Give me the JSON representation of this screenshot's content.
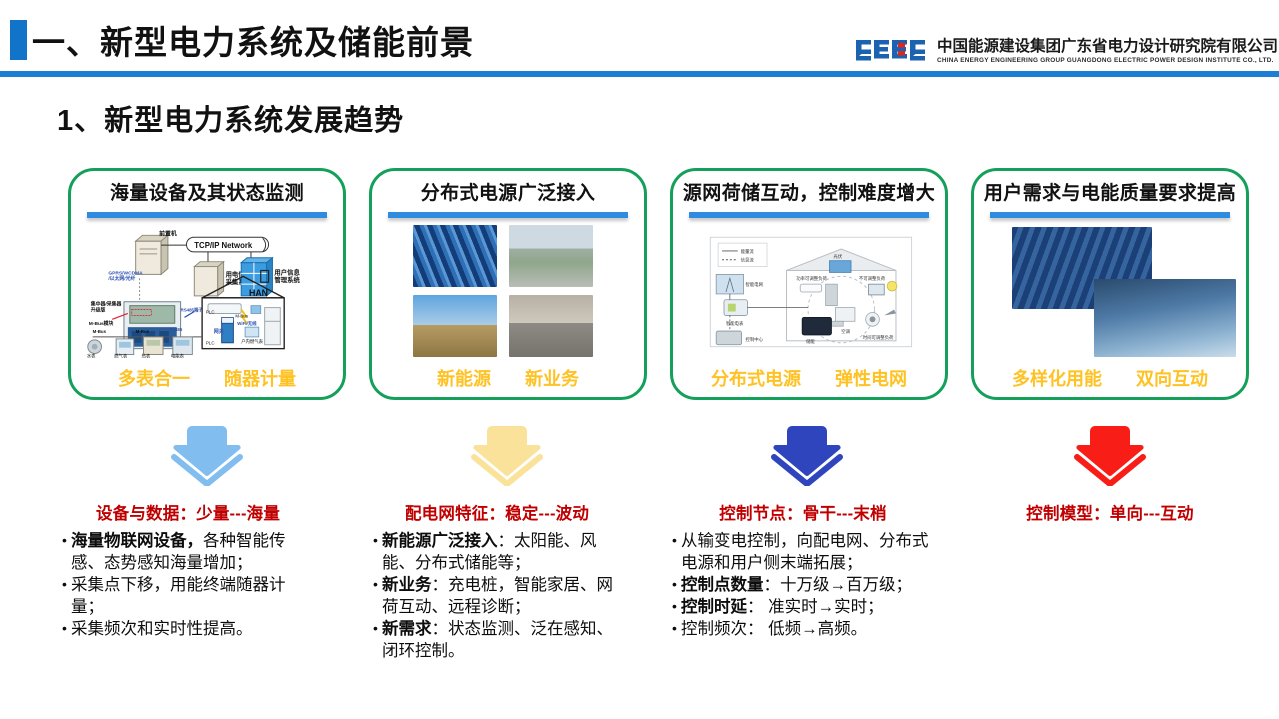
{
  "header": {
    "title": "一、新型电力系统及储能前景",
    "marker_color": "#1274C8",
    "rule_color": "#1C7FD4",
    "company_cn": "中国能源建设集团广东省电力设计研究院有限公司",
    "company_en": "CHINA ENERGY ENGINEERING GROUP GUANGDONG ELECTRIC POWER DESIGN INSTITUTE CO., LTD.",
    "logo_name": "ceec-logo"
  },
  "section": {
    "title": "1、新型电力系统发展趋势"
  },
  "cards": [
    {
      "title": "海量设备及其状态监测",
      "illustration": "smart-metering-network-diagram",
      "footer": [
        "多表合一",
        "随器计量"
      ]
    },
    {
      "title": "分布式电源广泛接入",
      "illustration": "distributed-energy-photo-grid",
      "footer": [
        "新能源",
        "新业务"
      ]
    },
    {
      "title": "源网荷储互动，控制难度增大",
      "illustration": "source-grid-load-storage-diagram",
      "footer": [
        "分布式电源",
        "弹性电网"
      ]
    },
    {
      "title": "用户需求与电能质量要求提高",
      "illustration": "rooftop-solar-and-smart-home-photos",
      "footer": [
        "多样化用能",
        "双向互动"
      ]
    }
  ],
  "arrows": [
    {
      "name": "arrow-down-1",
      "color": "#82BDF0"
    },
    {
      "name": "arrow-down-2",
      "color": "#FBE29B"
    },
    {
      "name": "arrow-down-3",
      "color": "#2F45BE"
    },
    {
      "name": "arrow-down-4",
      "color": "#F91D17"
    }
  ],
  "columns": [
    {
      "heading": "设备与数据：少量---海量",
      "bullets": [
        {
          "bold": "海量物联网设备，",
          "rest": "各种智能传感、态势感知海量增加；"
        },
        {
          "bold": "",
          "rest": "采集点下移，用能终端随器计量；"
        },
        {
          "bold": "",
          "rest": "采集频次和实时性提高。"
        }
      ]
    },
    {
      "heading": "配电网特征：稳定---波动",
      "bullets": [
        {
          "bold": "新能源广泛接入",
          "rest": "：太阳能、风能、分布式储能等；"
        },
        {
          "bold": "新业务",
          "rest": "：充电桩，智能家居、网荷互动、远程诊断；"
        },
        {
          "bold": "新需求",
          "rest": "：状态监测、泛在感知、闭环控制。"
        }
      ]
    },
    {
      "heading": "控制节点：骨干---末梢",
      "bullets": [
        {
          "bold": "",
          "rest": "从输变电控制，向配电网、分布式电源和用户侧末端拓展；"
        },
        {
          "bold": "控制点数量",
          "rest": "：十万级→百万级；"
        },
        {
          "bold": "控制时延",
          "rest": "： 准实时→实时；"
        },
        {
          "bold": "",
          "rest": "控制频次： 低频→高频。"
        }
      ]
    },
    {
      "heading": "控制模型：单向---互动",
      "bullets": []
    }
  ],
  "colors": {
    "card_border": "#14A05A",
    "card_divider": "#2E8BE0",
    "card_footer_text": "#FFC223",
    "column_heading": "#C00000",
    "body_text": "#0D0D0D"
  }
}
